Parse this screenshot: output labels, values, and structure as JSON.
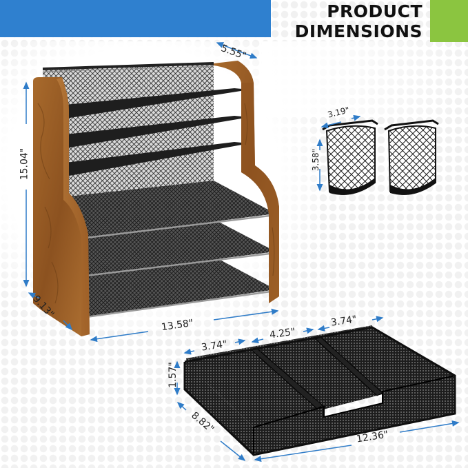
{
  "header": {
    "title_line1": "PRODUCT",
    "title_line2": "DIMENSIONS",
    "accent_blue": "#2f80cf",
    "accent_green": "#8bc540"
  },
  "organizer": {
    "label": "desktop file organizer with wood side panels and mesh shelves",
    "dimensions": {
      "height": "15.04\"",
      "depth_top": "5.55\"",
      "depth_bottom": "9.13\"",
      "width": "13.58\""
    }
  },
  "pen_holders": {
    "label": "two hanging mesh pen cups",
    "dimensions": {
      "width": "3.19\"",
      "height": "3.58\""
    }
  },
  "drawer_tray": {
    "label": "three-compartment mesh drawer organizer",
    "dimensions": {
      "compartment_left": "3.74\"",
      "compartment_middle": "4.25\"",
      "compartment_right": "3.74\"",
      "height": "1.57\"",
      "depth": "8.82\"",
      "width": "12.36\""
    }
  },
  "colors": {
    "dimension_arrow": "#2f7cc8",
    "wood": "#9a5a22",
    "mesh": "#1c1c1c"
  }
}
